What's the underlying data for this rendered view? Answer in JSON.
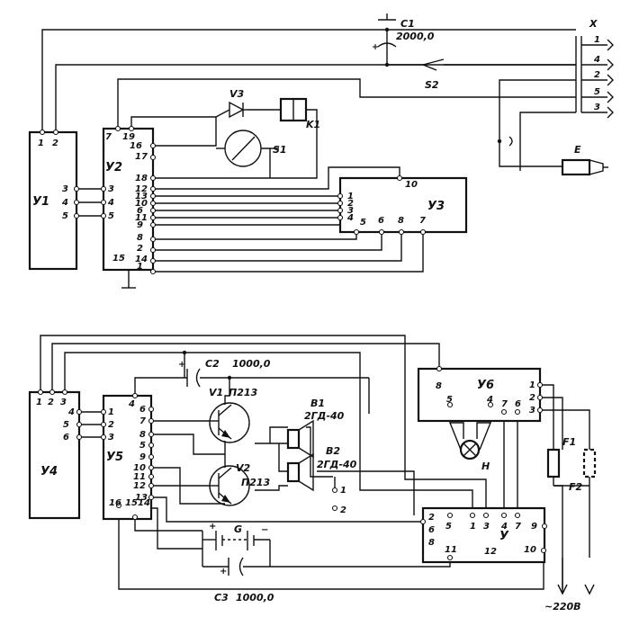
{
  "blocks": {
    "u1": "У1",
    "u2": "У2",
    "u3": "У3",
    "u4": "У4",
    "u5": "У5",
    "u6": "У6",
    "u": "У"
  },
  "components": {
    "c1": "C1",
    "c1_value": "2000,0",
    "c2": "C2",
    "c2_value": "1000,0",
    "c3": "C3",
    "c3_value": "1000,0",
    "v1": "V1",
    "v1_type": "П213",
    "v2": "V2",
    "v2_type": "П213",
    "v3": "V3",
    "b1": "B1",
    "b1_type": "2ГД-40",
    "b2": "B2",
    "b2_type": "2ГД-40",
    "k1": "K1",
    "s1": "S1",
    "s2": "S2",
    "e": "E",
    "x": "X",
    "h": "H",
    "g": "G",
    "f1": "F1",
    "f2": "F2",
    "mains": "~220В"
  },
  "pins": {
    "u1": [
      "1",
      "2",
      "3",
      "4",
      "5"
    ],
    "u2_top": [
      "7",
      "19",
      "16",
      "17"
    ],
    "u2_right": [
      "18",
      "12",
      "13",
      "10",
      "6",
      "11",
      "9",
      "8",
      "2",
      "14",
      "1"
    ],
    "u2_left": [
      "3",
      "4",
      "5"
    ],
    "u2_bottom": [
      "15"
    ],
    "u3": [
      "10",
      "1",
      "2",
      "3",
      "4",
      "5",
      "6",
      "8",
      "7"
    ],
    "x": [
      "1",
      "4",
      "2",
      "5",
      "3"
    ],
    "u4": [
      "1",
      "2",
      "3",
      "4",
      "5",
      "6"
    ],
    "u5_left": [
      "1",
      "2",
      "3"
    ],
    "u5_right": [
      "4",
      "6",
      "7",
      "8",
      "5",
      "9",
      "10",
      "11",
      "12",
      "13"
    ],
    "u5_bottom": [
      "16",
      "15",
      "14"
    ],
    "u6": [
      "8",
      "5",
      "4",
      "7",
      "6",
      "1",
      "2",
      "3"
    ],
    "u_pins": [
      "2",
      "6",
      "8",
      "5",
      "1",
      "3",
      "4",
      "7",
      "9",
      "11",
      "12",
      "10"
    ],
    "speaker_terms": [
      "1",
      "2"
    ]
  }
}
